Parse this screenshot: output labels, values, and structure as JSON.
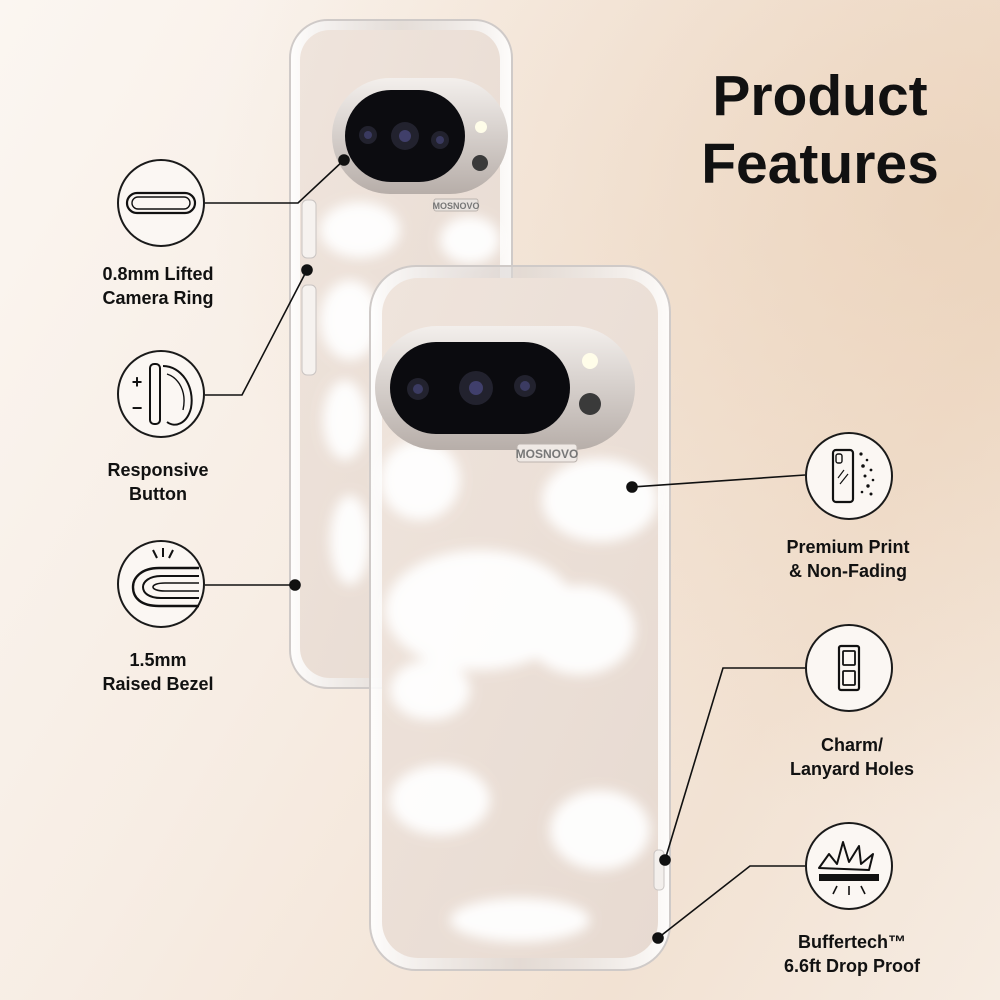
{
  "title": "Product\nFeatures",
  "brand": "MOSNOVO",
  "features": [
    {
      "label": "0.8mm Lifted\nCamera Ring",
      "icon": "camera-ring-icon"
    },
    {
      "label": "Responsive\nButton",
      "icon": "button-icon"
    },
    {
      "label": "1.5mm\nRaised Bezel",
      "icon": "bezel-icon"
    },
    {
      "label": "Premium Print\n& Non-Fading",
      "icon": "print-icon"
    },
    {
      "label": "Charm/\nLanyard Holes",
      "icon": "lanyard-icon"
    },
    {
      "label": "Buffertech™\n6.6ft Drop Proof",
      "icon": "drop-proof-icon"
    }
  ]
}
